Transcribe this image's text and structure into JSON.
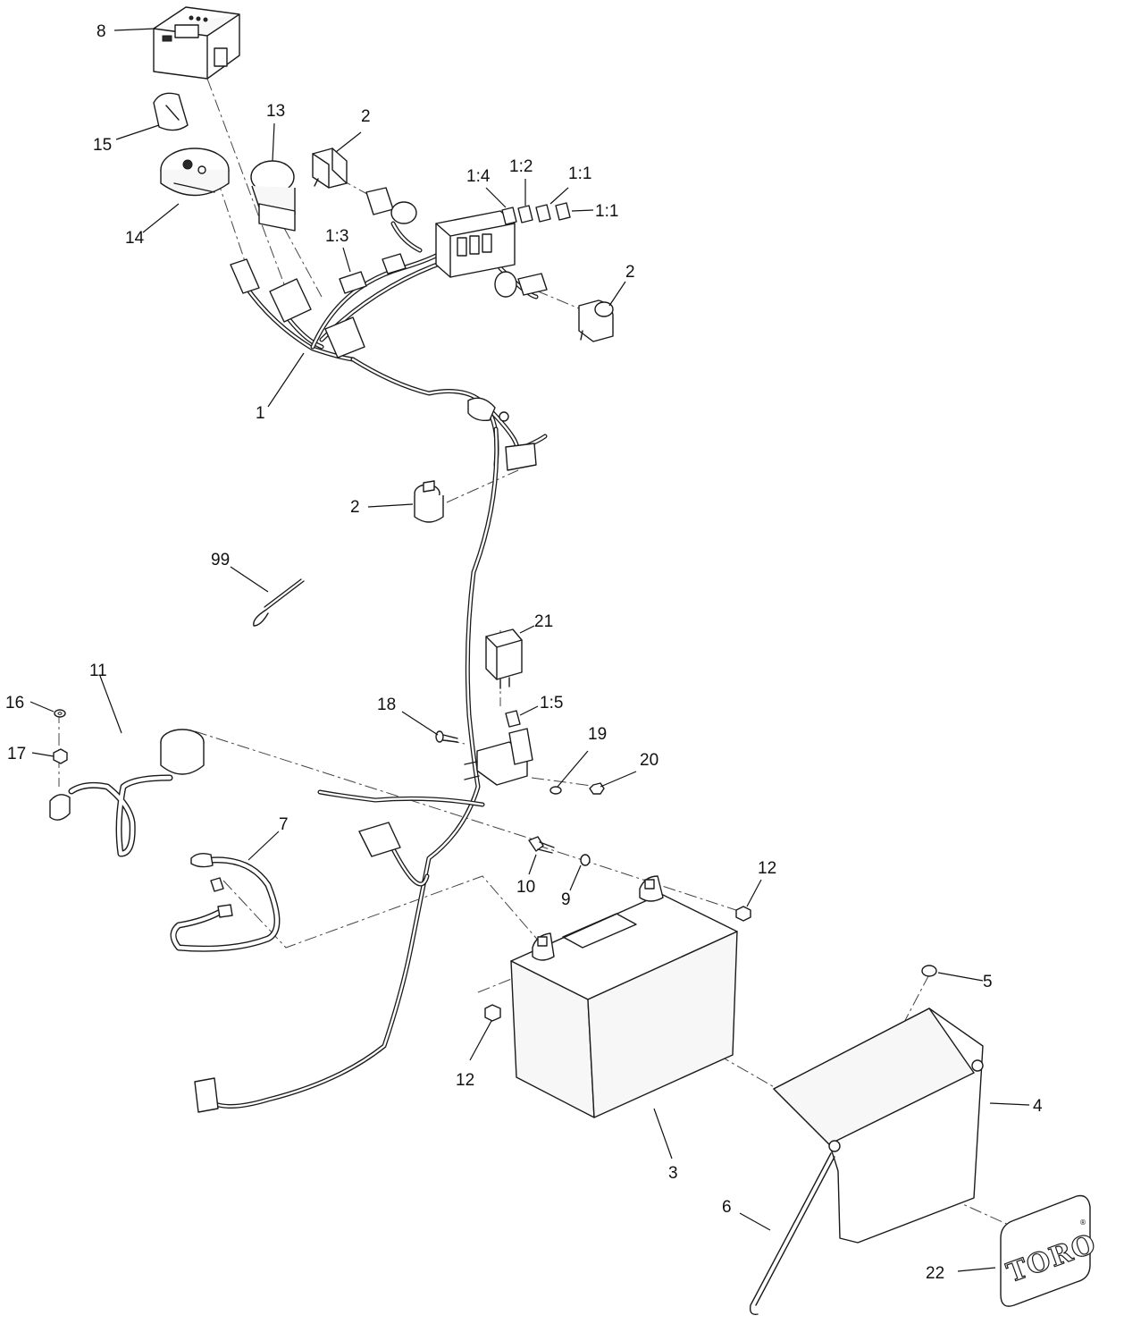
{
  "callouts": {
    "c8": "8",
    "c15": "15",
    "c14": "14",
    "c13": "13",
    "c2_top": "2",
    "c1_4": "1:4",
    "c1_2": "1:2",
    "c1_1_top": "1:1",
    "c1_1_right": "1:1",
    "c1_3": "1:3",
    "c2_right": "2",
    "c1": "1",
    "c2_mid": "2",
    "c99": "99",
    "c21": "21",
    "c11": "11",
    "c16": "16",
    "c17": "17",
    "c18": "18",
    "c1_5": "1:5",
    "c19": "19",
    "c20": "20",
    "c7": "7",
    "c10": "10",
    "c9": "9",
    "c12_right": "12",
    "c5": "5",
    "c12_left": "12",
    "c4": "4",
    "c3": "3",
    "c6": "6",
    "c22": "22"
  },
  "logo": {
    "brand": "TORO",
    "reg_mark": "®"
  }
}
